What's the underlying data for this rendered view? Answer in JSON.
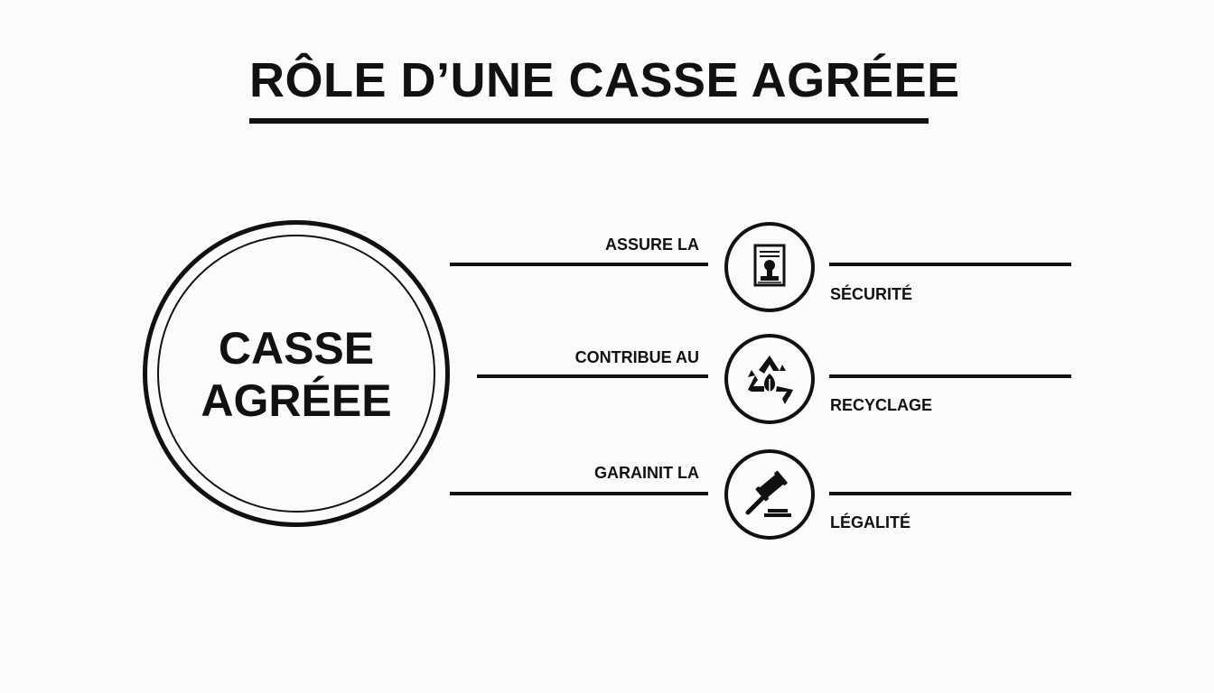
{
  "title": "RÔLE D’UNE CASSE AGRÉEE",
  "hub": {
    "line1": "CASSE",
    "line2": "AGRÉEE"
  },
  "branches": [
    {
      "lead": "ASSURE LA",
      "value": "SÉCURITÉ",
      "icon": "certificate-stamp-icon"
    },
    {
      "lead": "CONTRIBUE AU",
      "value": "RECYCLAGE",
      "icon": "recycle-leaf-icon"
    },
    {
      "lead": "GARAINIT LA",
      "value": "LÉGALITÉ",
      "icon": "gavel-icon"
    }
  ]
}
